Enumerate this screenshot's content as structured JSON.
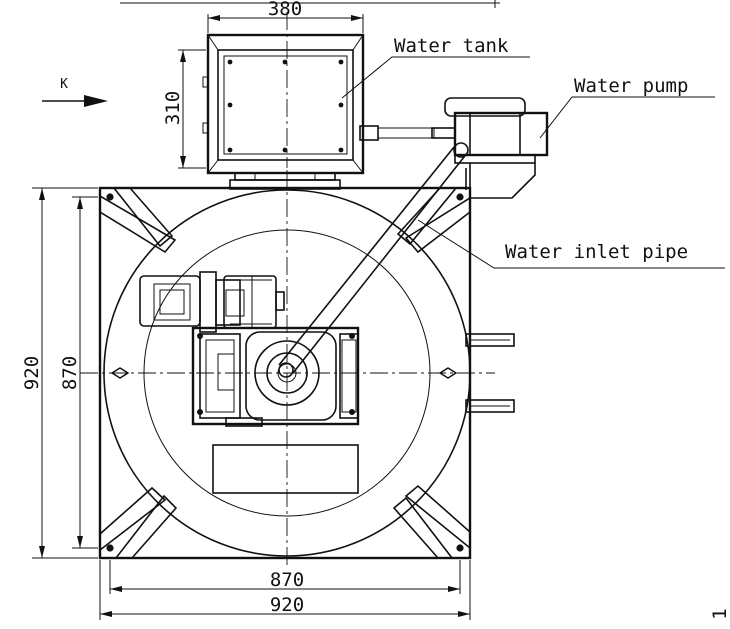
{
  "labels": {
    "water_tank": "Water tank",
    "water_pump": "Water pump",
    "water_inlet_pipe": "Water inlet pipe",
    "view_arrow": "K"
  },
  "dimensions": {
    "tank_width": "380",
    "tank_height": "310",
    "base_outer_vertical": "920",
    "base_inner_vertical": "870",
    "base_inner_horizontal": "870",
    "base_outer_horizontal": "920"
  },
  "margin_mark": "1"
}
